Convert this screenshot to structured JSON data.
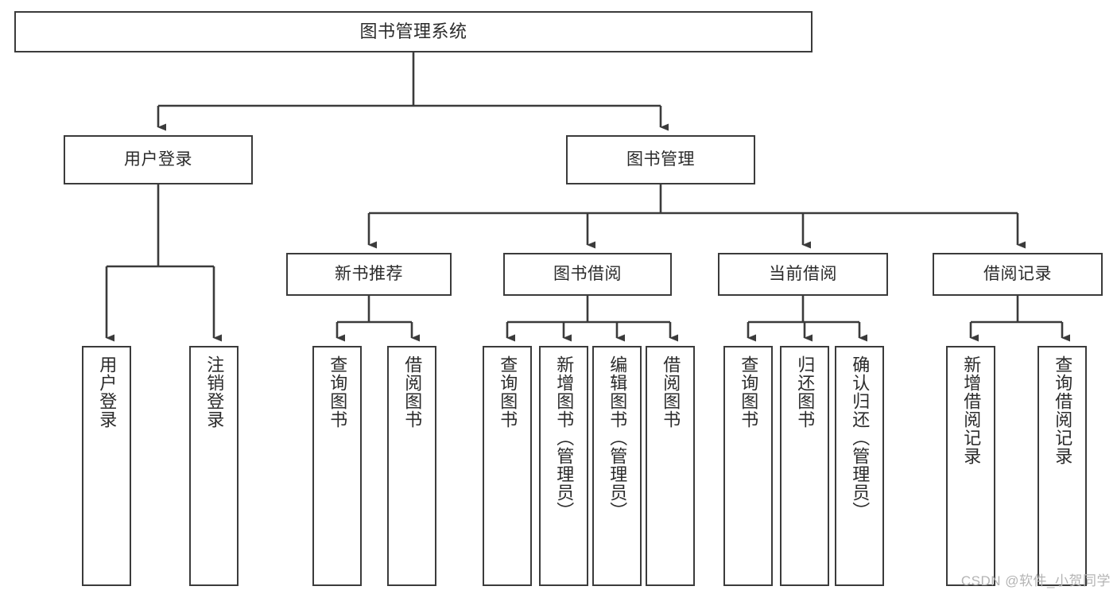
{
  "diagram": {
    "type": "tree-hierarchy",
    "title": "图书管理系统",
    "watermark": "CSDN @软件_小贺同学",
    "colors": {
      "box_border": "#3b3b3b",
      "box_fill": "#ffffff",
      "text": "#2b2b2b",
      "edge": "#3b3b3b",
      "watermark": "#b4b4b4",
      "background": "#ffffff"
    },
    "levels": {
      "root": {
        "label": "图书管理系统"
      },
      "level2": [
        {
          "id": "user-login",
          "label": "用户登录"
        },
        {
          "id": "book-management",
          "label": "图书管理"
        }
      ],
      "level3": [
        {
          "id": "new-book-recommend",
          "label": "新书推荐",
          "parent": "book-management"
        },
        {
          "id": "book-borrow",
          "label": "图书借阅",
          "parent": "book-management"
        },
        {
          "id": "current-borrow",
          "label": "当前借阅",
          "parent": "book-management"
        },
        {
          "id": "borrow-record",
          "label": "借阅记录",
          "parent": "book-management"
        }
      ],
      "leaves": [
        {
          "id": "leaf-user-login",
          "label": "用户登录",
          "parent": "user-login"
        },
        {
          "id": "leaf-logout-login",
          "label": "注销登录",
          "parent": "user-login"
        },
        {
          "id": "leaf-query-book-1",
          "label": "查询图书",
          "parent": "new-book-recommend"
        },
        {
          "id": "leaf-borrow-book-1",
          "label": "借阅图书",
          "parent": "new-book-recommend"
        },
        {
          "id": "leaf-query-book-2",
          "label": "查询图书",
          "parent": "book-borrow"
        },
        {
          "id": "leaf-add-book",
          "label": "新增图书（管理员）",
          "parent": "book-borrow"
        },
        {
          "id": "leaf-edit-book",
          "label": "编辑图书（管理员）",
          "parent": "book-borrow"
        },
        {
          "id": "leaf-borrow-book-2",
          "label": "借阅图书",
          "parent": "book-borrow"
        },
        {
          "id": "leaf-query-book-3",
          "label": "查询图书",
          "parent": "current-borrow"
        },
        {
          "id": "leaf-return-book",
          "label": "归还图书",
          "parent": "current-borrow"
        },
        {
          "id": "leaf-confirm-return",
          "label": "确认归还（管理员）",
          "parent": "current-borrow"
        },
        {
          "id": "leaf-add-record",
          "label": "新增借阅记录",
          "parent": "borrow-record"
        },
        {
          "id": "leaf-query-record",
          "label": "查询借阅记录",
          "parent": "borrow-record"
        }
      ]
    }
  }
}
